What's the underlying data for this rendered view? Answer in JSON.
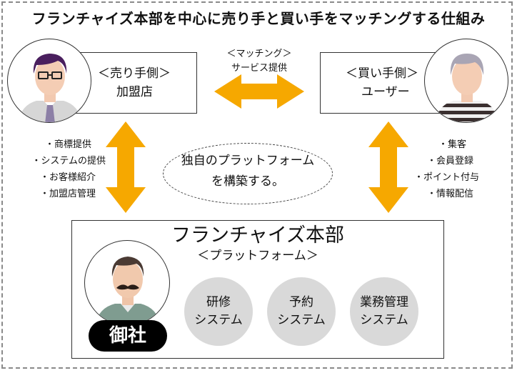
{
  "title": "フランチャイズ本部を中心に売り手と買い手をマッチングする仕組み",
  "seller": {
    "heading": "＜売り手側＞",
    "name": "加盟店",
    "items": [
      "・商標提供",
      "・システムの提供",
      "・お客様紹介",
      "・加盟店管理"
    ]
  },
  "buyer": {
    "heading": "＜買い手側＞",
    "name": "ユーザー",
    "items": [
      "・集客",
      "・会員登録",
      "・ポイント付与",
      "・情報配信"
    ]
  },
  "matching": {
    "line1": "＜マッチング＞",
    "line2": "サービス提供"
  },
  "platform_note": {
    "line1": "独自のプラットフォーム",
    "line2": "を構築する。"
  },
  "headquarters": {
    "title": "フランチャイズ本部",
    "subtitle": "＜プラットフォーム＞",
    "badge": "御社",
    "systems": [
      {
        "line1": "研修",
        "line2": "システム"
      },
      {
        "line1": "予約",
        "line2": "システム"
      },
      {
        "line1": "業務管理",
        "line2": "システム"
      }
    ]
  },
  "colors": {
    "arrow": "#f6a800",
    "system_circle": "#d9d9d9",
    "badge": "#000000"
  }
}
